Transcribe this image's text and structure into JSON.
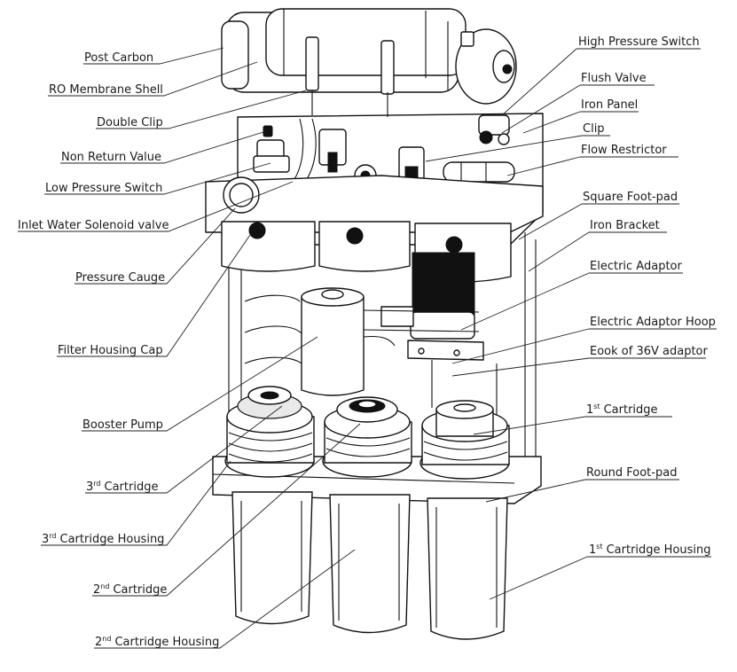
{
  "diagram": {
    "left_labels": [
      {
        "id": "post-carbon",
        "text": "Post Carbon"
      },
      {
        "id": "ro-membrane-shell",
        "text": "RO Membrane Shell"
      },
      {
        "id": "double-clip",
        "text": "Double Clip"
      },
      {
        "id": "non-return-value",
        "text": "Non Return Value"
      },
      {
        "id": "low-pressure-switch",
        "text": "Low Pressure Switch"
      },
      {
        "id": "inlet-water-solenoid-valve",
        "text": "Inlet Water Solenoid valve"
      },
      {
        "id": "pressure-cauge",
        "text": "Pressure Cauge"
      },
      {
        "id": "filter-housing-cap",
        "text": "Filter Housing Cap"
      },
      {
        "id": "booster-pump",
        "text": "Booster Pump"
      },
      {
        "id": "3rd-cartridge",
        "text": "Cartridge",
        "ordinal": "3",
        "suffix": "rd"
      },
      {
        "id": "3rd-cartridge-housing",
        "text": "Cartridge Housing",
        "ordinal": "3",
        "suffix": "rd"
      },
      {
        "id": "2nd-cartridge",
        "text": "Cartridge",
        "ordinal": "2",
        "suffix": "nd"
      },
      {
        "id": "2nd-cartridge-housing",
        "text": "Cartridge Housing",
        "ordinal": "2",
        "suffix": "nd"
      }
    ],
    "right_labels": [
      {
        "id": "high-pressure-switch",
        "text": "High Pressure Switch"
      },
      {
        "id": "flush-valve",
        "text": "Flush Valve"
      },
      {
        "id": "iron-panel",
        "text": "Iron Panel"
      },
      {
        "id": "clip",
        "text": "Clip"
      },
      {
        "id": "flow-restrictor",
        "text": "Flow Restrictor"
      },
      {
        "id": "square-foot-pad",
        "text": "Square Foot-pad"
      },
      {
        "id": "iron-bracket",
        "text": "Iron Bracket"
      },
      {
        "id": "electric-adaptor",
        "text": "Electric Adaptor"
      },
      {
        "id": "electric-adaptor-hoop",
        "text": "Electric Adaptor Hoop"
      },
      {
        "id": "eook-of-36v-adaptor",
        "text": "Eook of 36V adaptor"
      },
      {
        "id": "1st-cartridge",
        "text": "Cartridge",
        "ordinal": "1",
        "suffix": "st"
      },
      {
        "id": "round-foot-pad",
        "text": "Round Foot-pad"
      },
      {
        "id": "1st-cartridge-housing",
        "text": "Cartridge Housing",
        "ordinal": "1",
        "suffix": "st"
      }
    ]
  },
  "colors": {
    "ink": "#111111",
    "background": "#ffffff",
    "shade": "#e9e9e9"
  }
}
